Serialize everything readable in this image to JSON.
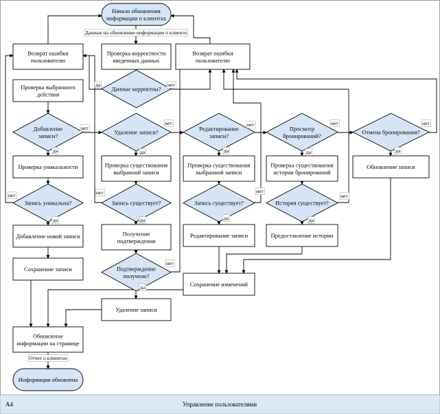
{
  "footer": {
    "sheet": "A4",
    "title": "Управление пользователями"
  },
  "data_label": "Данные на обновление информации о клиенте",
  "report_label": "Отчет о клиентах",
  "yes": "да",
  "no": "нет",
  "nodes": {
    "start": [
      "Начало обновления",
      "информации о клиентах"
    ],
    "validate": [
      "Проверка корректности",
      "введенных данных"
    ],
    "err_left": [
      "Возврат ошибки",
      "пользователю"
    ],
    "err_right": [
      "Возврат ошибки",
      "пользователю"
    ],
    "dec_valid": [
      "Данные корректны?"
    ],
    "check_action": [
      "Проверка выбранного",
      "действия"
    ],
    "dec_add": [
      "Добавление",
      "записи?"
    ],
    "check_unique": [
      "Проверка уникальности"
    ],
    "dec_unique": [
      "Запись уникальна?"
    ],
    "add_record": [
      "Добавление новой записи"
    ],
    "save_record": [
      "Сохранение записи"
    ],
    "dec_delete": [
      "Удаление записи?"
    ],
    "check_exist_del": [
      "Проверка существования",
      "выбранной записи"
    ],
    "dec_exist_del": [
      "Запись существует?"
    ],
    "get_confirm": [
      "Получение",
      "подтверждения"
    ],
    "dec_confirm": [
      "Подтверждение",
      "получено?"
    ],
    "delete_record": [
      "Удаление записи"
    ],
    "dec_edit": [
      "Редактирование",
      "записи?"
    ],
    "check_exist_edit": [
      "Проверка существования",
      "выбранной записи"
    ],
    "dec_exist_edit": [
      "Запись существует?"
    ],
    "edit_record": [
      "Редактирование записи"
    ],
    "save_changes": [
      "Сохранение изменений"
    ],
    "dec_view": [
      "Просмотр",
      "бронирований?"
    ],
    "check_history": [
      "Проверка существования",
      "истории бронирований"
    ],
    "dec_history": [
      "История существует?"
    ],
    "provide_history": [
      "Предоставление истории"
    ],
    "dec_cancel": [
      "Отмена бронирования?"
    ],
    "update_record": [
      "Обновление записи"
    ],
    "update_page": [
      "Обновление",
      "информации на странице"
    ],
    "end": [
      "Информация обновлена"
    ]
  }
}
